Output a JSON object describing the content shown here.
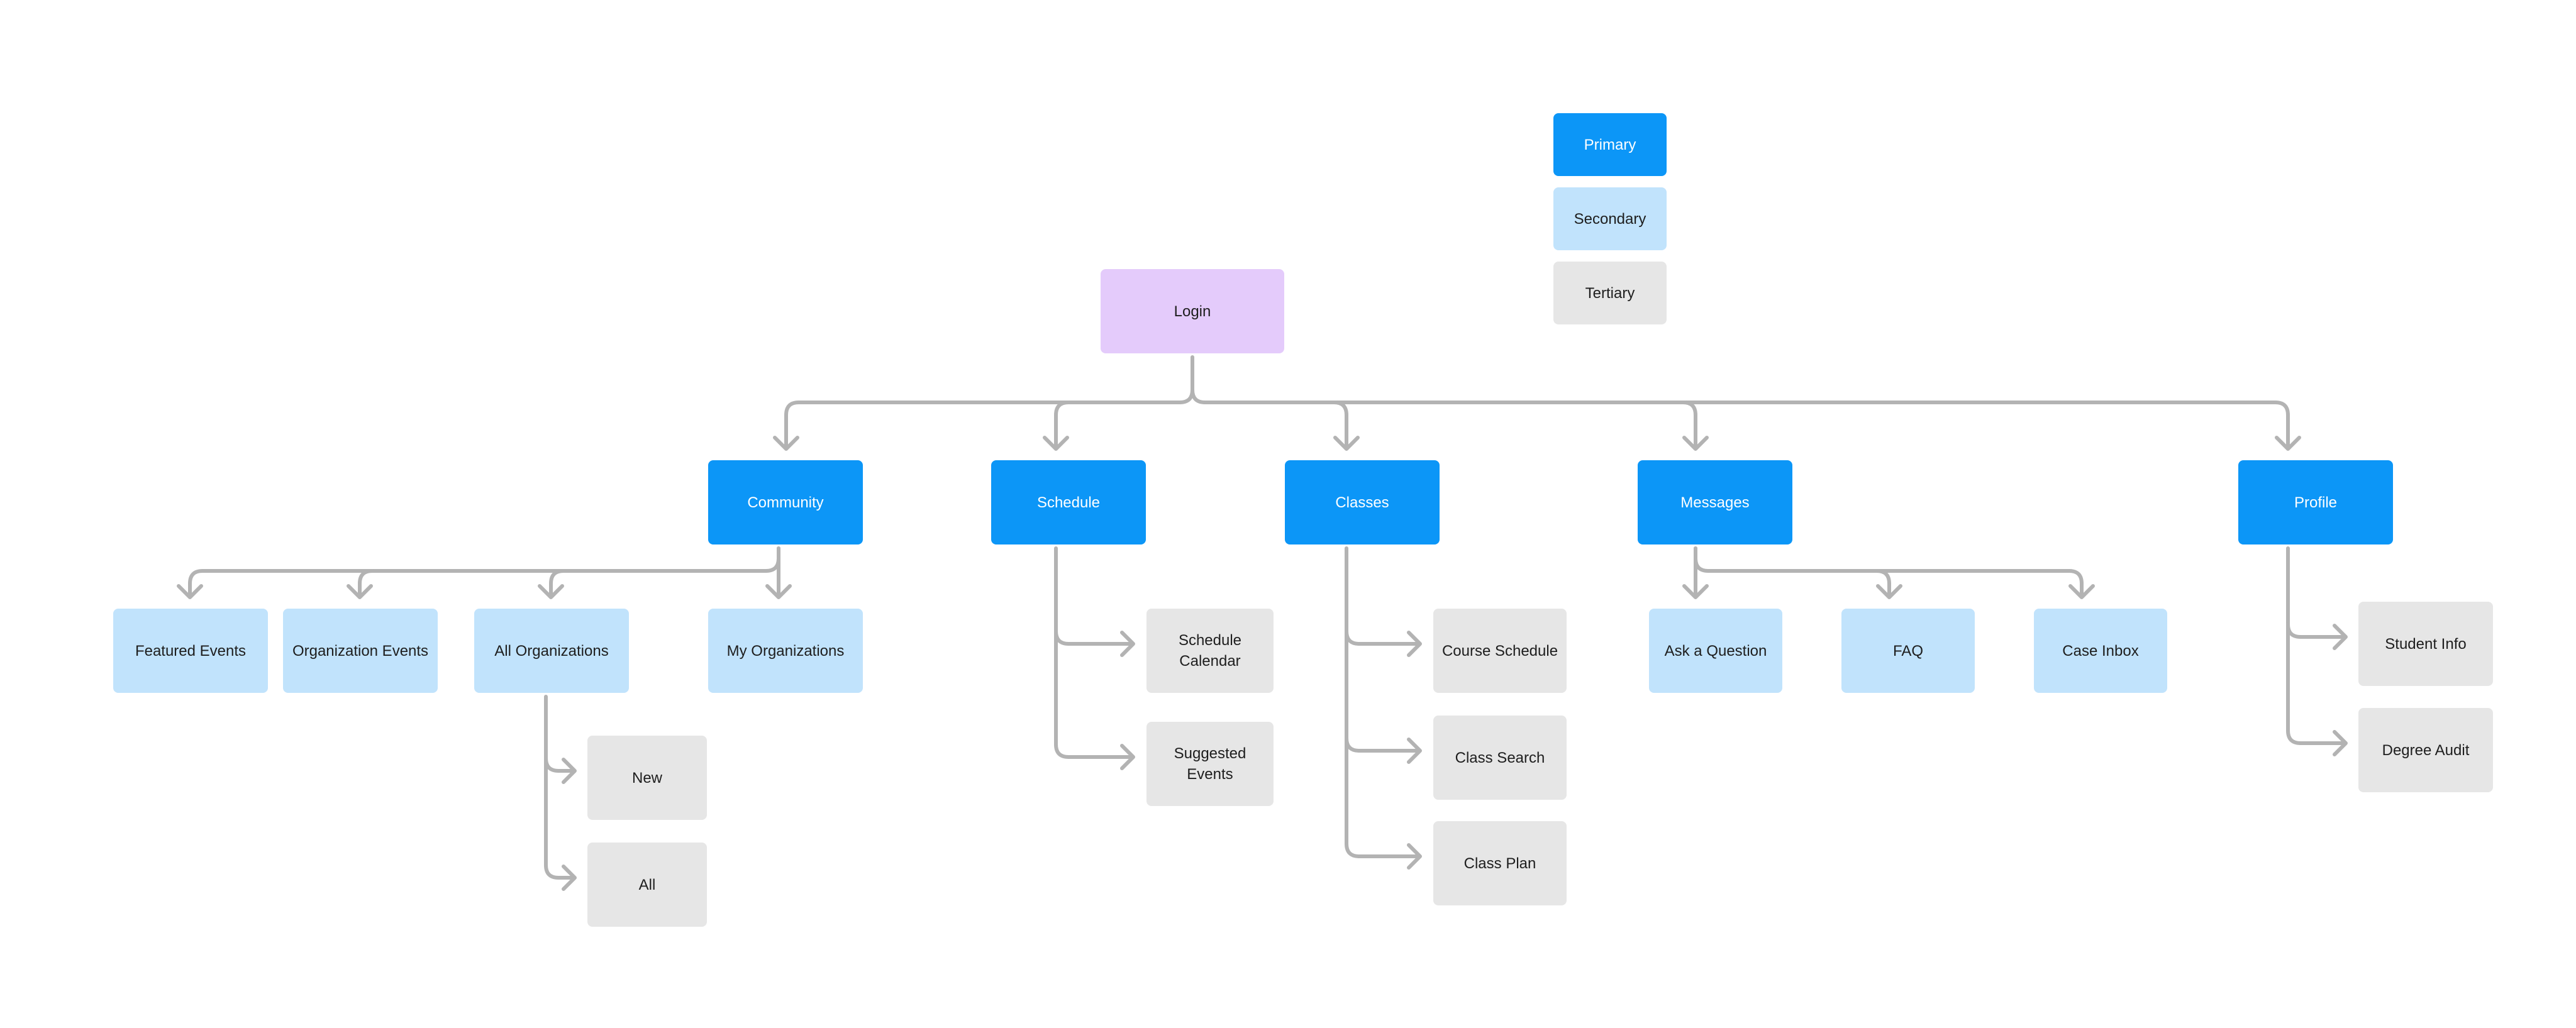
{
  "legend": {
    "primary": "Primary",
    "secondary": "Secondary",
    "tertiary": "Tertiary"
  },
  "colors": {
    "primary": "#0c96f7",
    "secondary": "#c1e3fc",
    "tertiary": "#e6e6e6",
    "root": "#e4cbfb",
    "connector": "#b3b3b3"
  },
  "root": {
    "label": "Login"
  },
  "primary_nodes": {
    "community": "Community",
    "schedule": "Schedule",
    "classes": "Classes",
    "messages": "Messages",
    "profile": "Profile"
  },
  "community": {
    "featured_events": "Featured Events",
    "organization_events": "Organization Events",
    "all_organizations": "All Organizations",
    "my_organizations": "My Organizations",
    "all_organizations_children": {
      "new": "New",
      "all": "All"
    }
  },
  "schedule": {
    "schedule_calendar": [
      "Schedule",
      "Calendar"
    ],
    "suggested_events": [
      "Suggested",
      "Events"
    ]
  },
  "classes": {
    "course_schedule": "Course Schedule",
    "class_search": "Class Search",
    "class_plan": "Class Plan"
  },
  "messages": {
    "ask_a_question": "Ask a Question",
    "faq": "FAQ",
    "case_inbox": "Case Inbox"
  },
  "profile": {
    "student_info": "Student Info",
    "degree_audit": "Degree Audit"
  }
}
